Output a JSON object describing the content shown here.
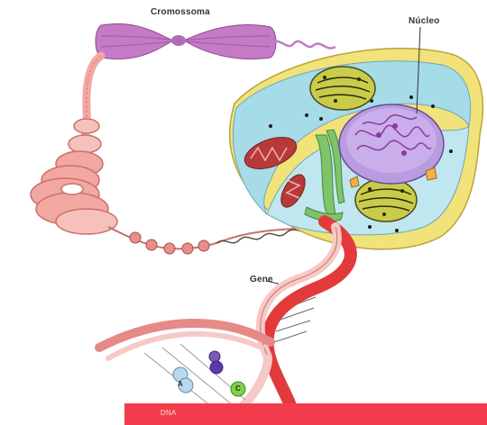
{
  "labels": {
    "chromosome": "Cromossoma",
    "nucleus": "Núcleo",
    "gene": "Gene",
    "dna": "DNA"
  },
  "bases": {
    "a": "A",
    "c": "C"
  },
  "colors": {
    "chromosome": "#c47ac6",
    "chromatin_coil": "#f2a7a3",
    "cell_membrane": "#f2e27a",
    "cytoplasm": "#a6dbe8",
    "nucleus": "#b99be0",
    "nucleolus": "#8a3aa5",
    "mitochondria": "#b73a3a",
    "dna_strand": "#e23a3a",
    "banner": "#f23c4b"
  }
}
